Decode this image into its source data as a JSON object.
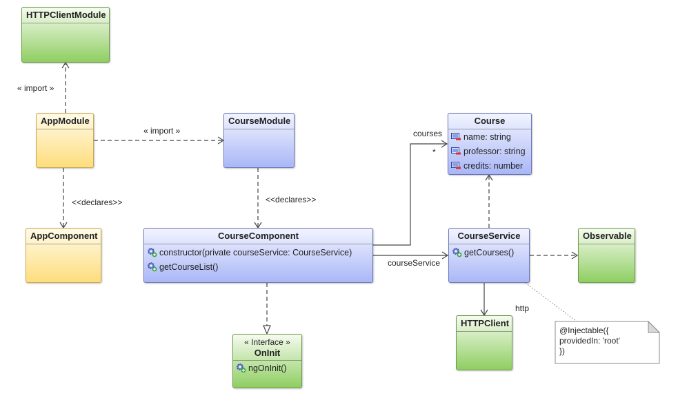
{
  "boxes": {
    "httpclientmodule": "HTTPClientModule",
    "appmodule": "AppModule",
    "appcomponent": "AppComponent",
    "coursemodule": "CourseModule",
    "coursecomponent": {
      "title": "CourseComponent",
      "members": [
        "constructor(private courseService: CourseService)",
        "getCourseList()"
      ]
    },
    "oninit": {
      "stereotype": "« Interface »",
      "title": "OnInit",
      "members": [
        "ngOnInit()"
      ]
    },
    "course": {
      "title": "Course",
      "members": [
        "name: string",
        "professor: string",
        "credits: number"
      ]
    },
    "courseservice": {
      "title": "CourseService",
      "members": [
        "getCourses()"
      ]
    },
    "observable": "Observable",
    "httpclient": "HTTPClient"
  },
  "labels": {
    "import1": "« import »",
    "import2": "« import »",
    "declares1": "<<declares>>",
    "declares2": "<<declares>>",
    "courses": "courses",
    "multiplicity": "*",
    "courseservice_role": "courseService",
    "http": "http"
  },
  "note": "@Injectable({\nprovidedIn: 'root'\n})",
  "colors": {
    "green": "#8fce62",
    "yellow": "#fddd7d",
    "blue": "#a9b7f6"
  },
  "icons": {
    "operation": "operation-gear-icon",
    "attribute": "private-attribute-icon"
  }
}
